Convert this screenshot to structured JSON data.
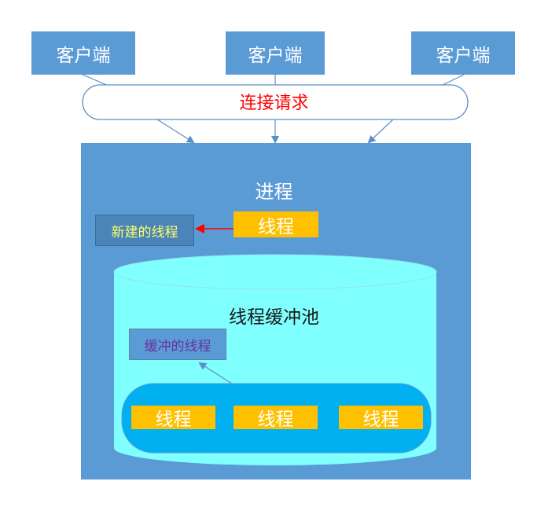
{
  "clients": [
    "客户端",
    "客户端",
    "客户端"
  ],
  "connection_requests": "连接请求",
  "process": {
    "title": "进程",
    "thread": "线程",
    "new_thread": "新建的线程"
  },
  "pool": {
    "title": "线程缓冲池",
    "buffered_thread": "缓冲的线程",
    "threads": [
      "线程",
      "线程",
      "线程"
    ]
  },
  "colors": {
    "client_fill": "#5b9bd5",
    "process_fill": "#5b9bd5",
    "pool_fill": "#80ffff",
    "pool_inner_fill": "#00b0f0",
    "thread_fill": "#ffc000",
    "connection_text": "#ff0000",
    "new_thread_arrow": "#ff0000",
    "new_thread_text": "#ffff66",
    "buffered_thread_text": "#6a2fa3"
  },
  "icons": [
    "arrow-icon"
  ]
}
